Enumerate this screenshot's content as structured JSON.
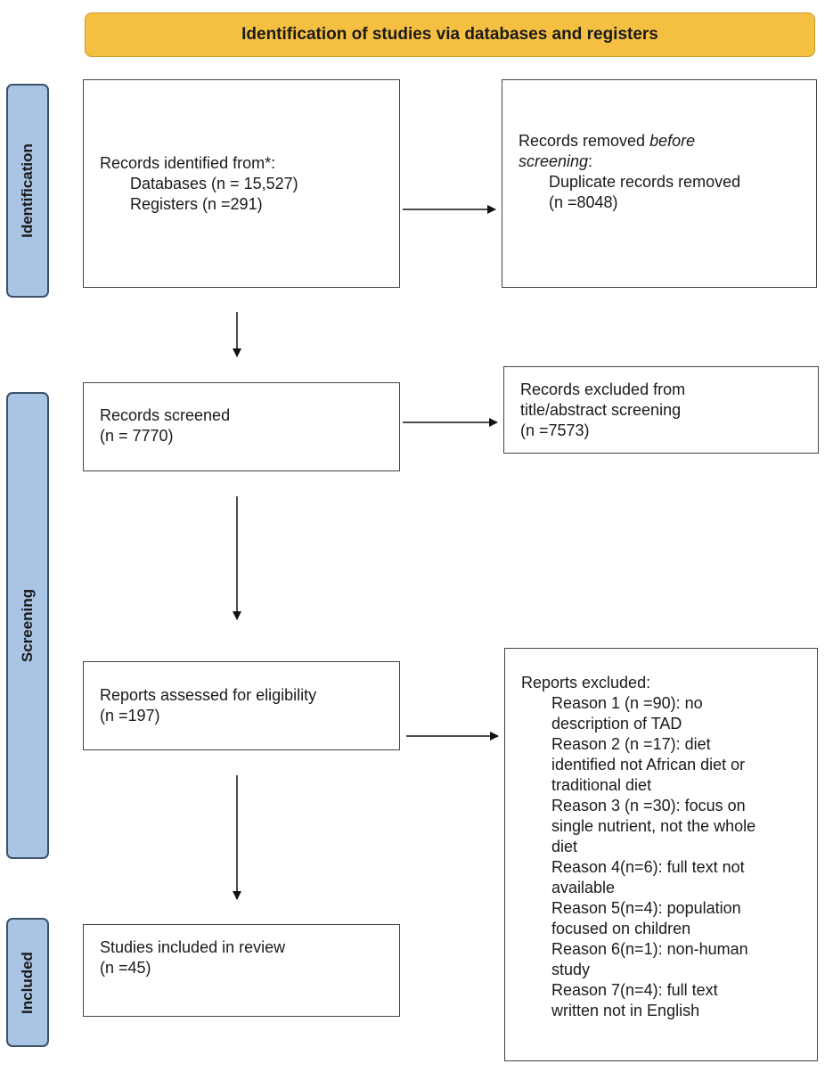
{
  "header": {
    "title": "Identification  of studies via databases and registers"
  },
  "phases": {
    "identification": "Identification",
    "screening": "Screening",
    "included": "Included"
  },
  "boxes": {
    "identified": {
      "line1": "Records identified from*:",
      "line2": "Databases (n = 15,527)",
      "line3": "Registers (n =291)"
    },
    "removed": {
      "line1": "Records removed ",
      "line1_italic": "before",
      "line2_italic": "screening",
      "line2_rest": ":",
      "line3": "Duplicate records removed",
      "line4": "(n =8048)"
    },
    "screened": {
      "line1": "Records screened",
      "line2": "(n = 7770)"
    },
    "excluded_screening": {
      "line1": "Records excluded from",
      "line2": "title/abstract screening",
      "line3": "(n =7573)"
    },
    "assessed": {
      "line1": "Reports assessed for eligibility",
      "line2": "(n =197)"
    },
    "reports_excluded": {
      "heading": "Reports excluded:",
      "reasons": [
        [
          "Reason 1 (n =90): no",
          "description of TAD"
        ],
        [
          "Reason 2 (n =17): diet",
          "identified not African diet or",
          "traditional diet"
        ],
        [
          "Reason 3 (n =30): focus on",
          "single nutrient, not the whole",
          "diet"
        ],
        [
          "Reason 4(n=6): full text not",
          "available"
        ],
        [
          "Reason 5(n=4): population",
          "focused on children"
        ],
        [
          "Reason 6(n=1): non-human",
          "study"
        ],
        [
          "Reason 7(n=4): full text",
          "written not in English"
        ]
      ]
    },
    "included": {
      "line1": "Studies included in review",
      "line2": "(n =45)"
    }
  }
}
